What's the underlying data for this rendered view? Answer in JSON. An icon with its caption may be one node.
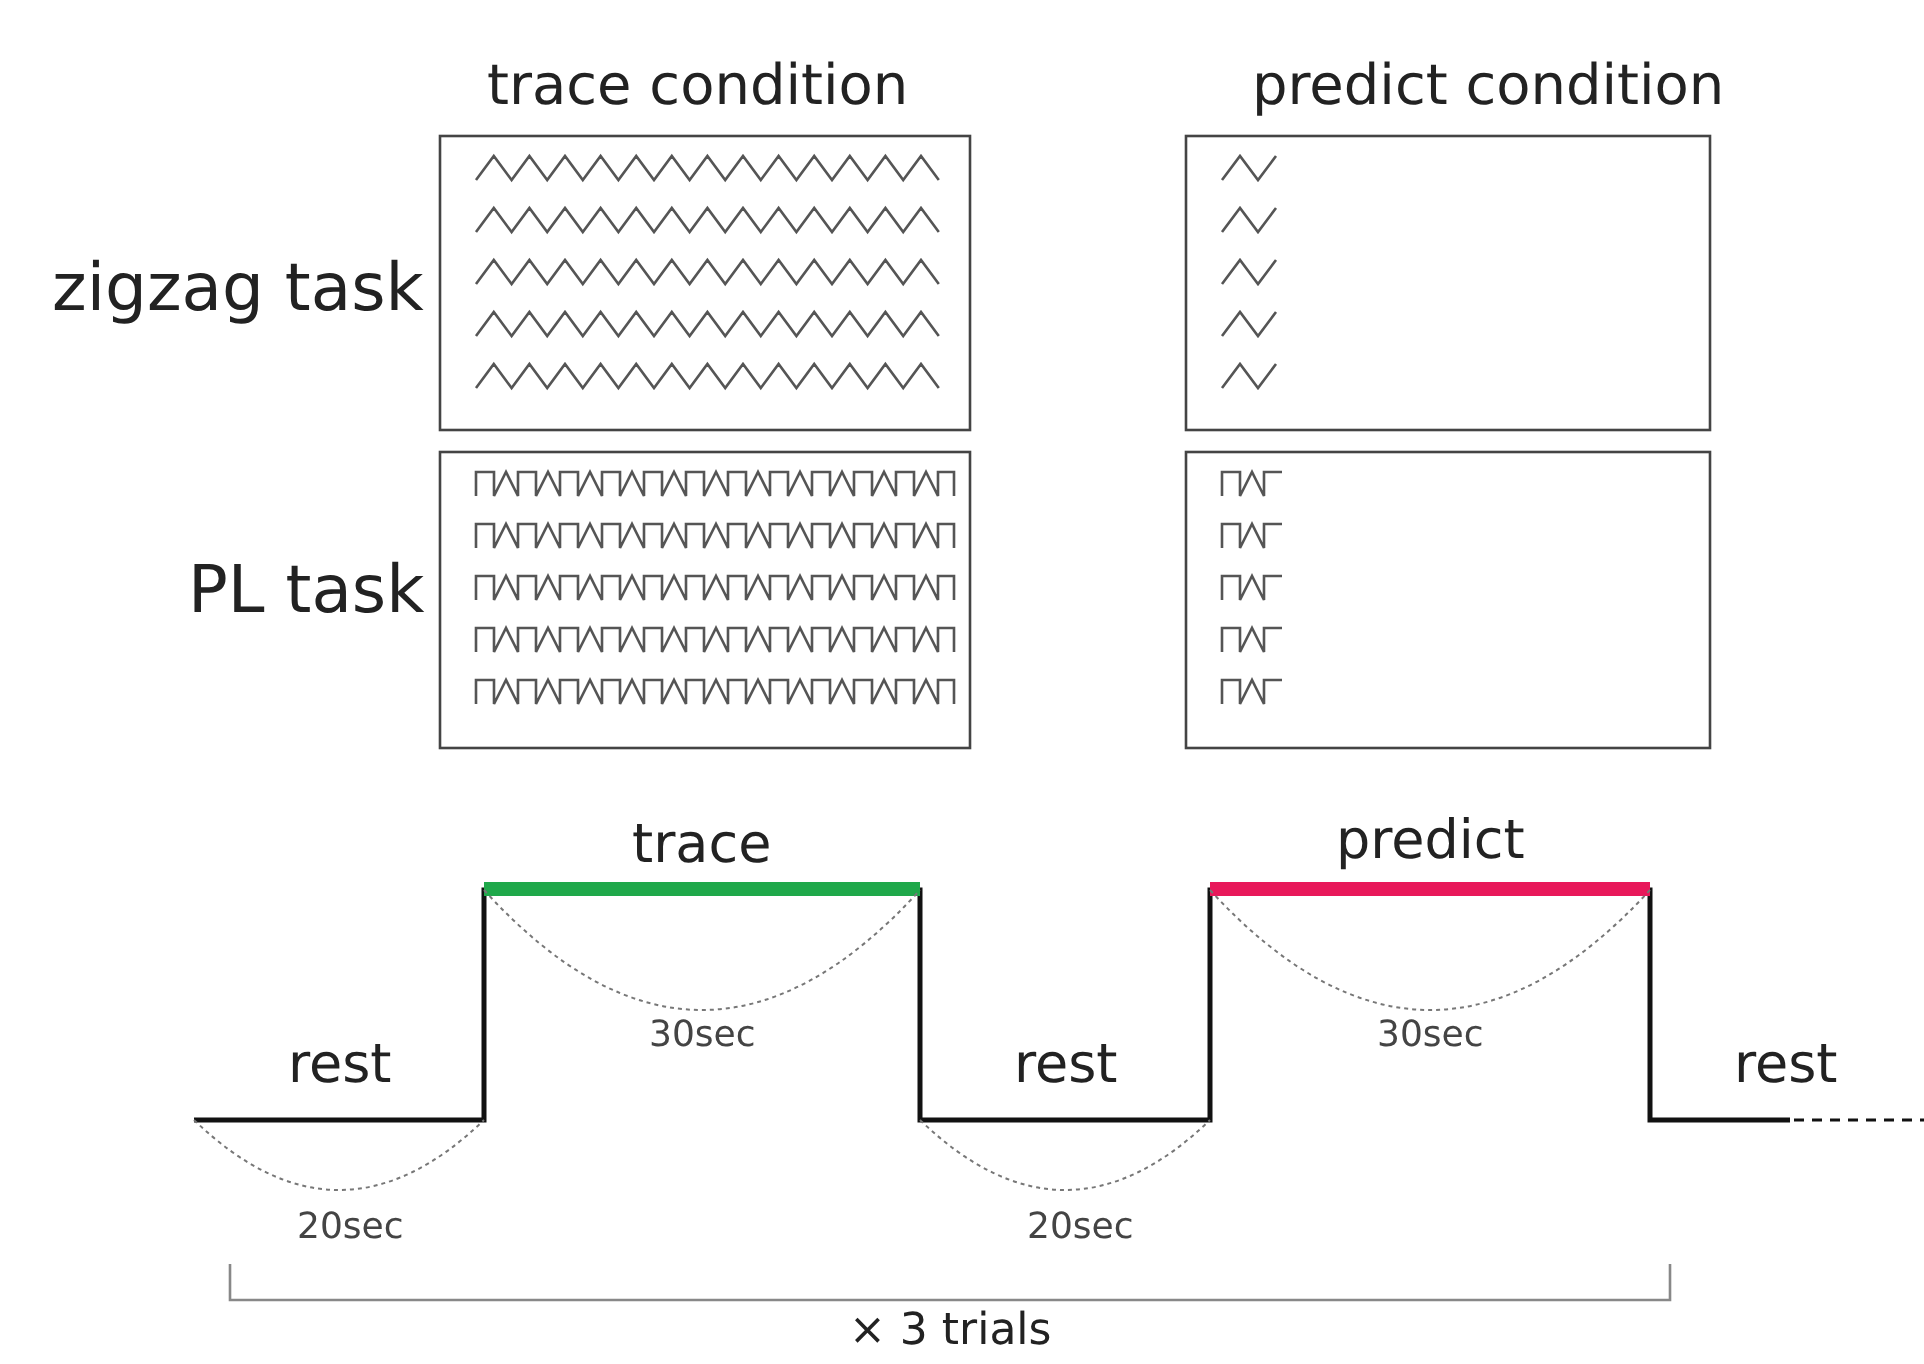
{
  "diagram": {
    "labels": [
      "trace condition",
      "predict condition",
      "zigzag task",
      "PL task",
      "trace",
      "predict",
      "rest",
      "30sec",
      "rest",
      "30sec",
      "rest",
      "20sec",
      "20sec",
      "× 3 trials"
    ]
  }
}
